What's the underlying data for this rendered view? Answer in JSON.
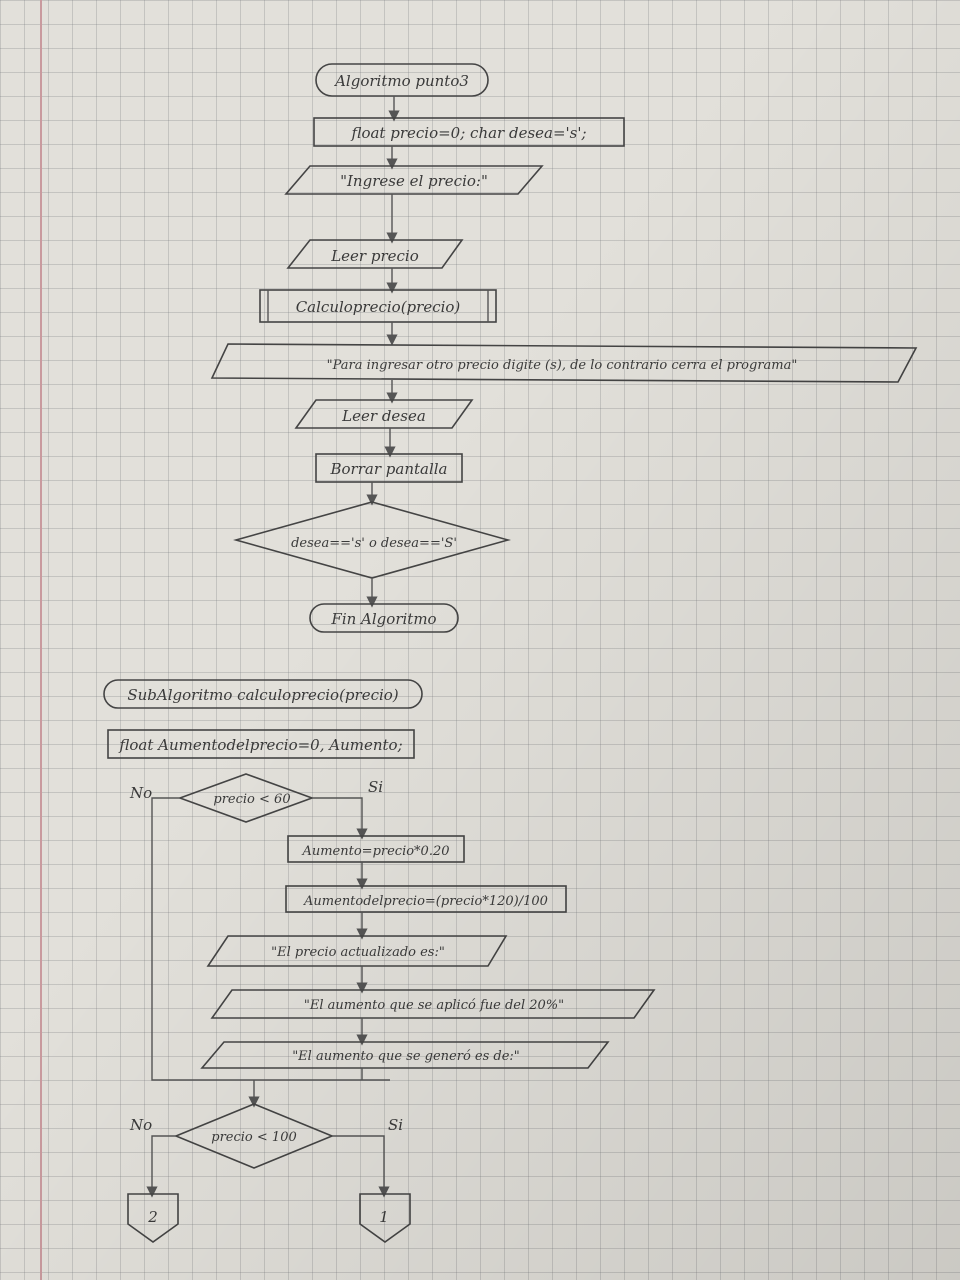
{
  "main": {
    "start": "Algoritmo punto3",
    "declare": "float precio=0; char desea='s';",
    "prompt_price": "\"Ingrese el precio:\"",
    "read_price": "Leer precio",
    "call_sub": "Calculoprecio(precio)",
    "prompt_repeat": "\"Para ingresar otro precio digite (s), de lo contrario cerra el programa\"",
    "read_desea": "Leer desea",
    "clear_screen": "Borrar pantalla",
    "decision": "desea=='s' o desea=='S'",
    "end": "Fin Algoritmo"
  },
  "sub": {
    "start": "SubAlgoritmo calculoprecio(precio)",
    "declare": "float Aumentodelprecio=0, Aumento;",
    "decision1": "precio < 60",
    "d1_no": "No",
    "d1_yes": "Si",
    "calc_aumento": "Aumento=precio*0.20",
    "calc_total": "Aumentodelprecio=(precio*120)/100",
    "out_price": "\"El precio actualizado es:\"",
    "out_applied": "\"El aumento que se aplicó fue del 20%\"",
    "out_generated": "\"El aumento que se generó es de:\"",
    "decision2": "precio < 100",
    "d2_no": "No",
    "d2_yes": "Si",
    "connector_left": "2",
    "connector_right": "1"
  },
  "colors": {
    "ink": "#444444",
    "paper": "#e2e0da",
    "grid": "#8a8a90",
    "margin": "#c99a9e"
  }
}
